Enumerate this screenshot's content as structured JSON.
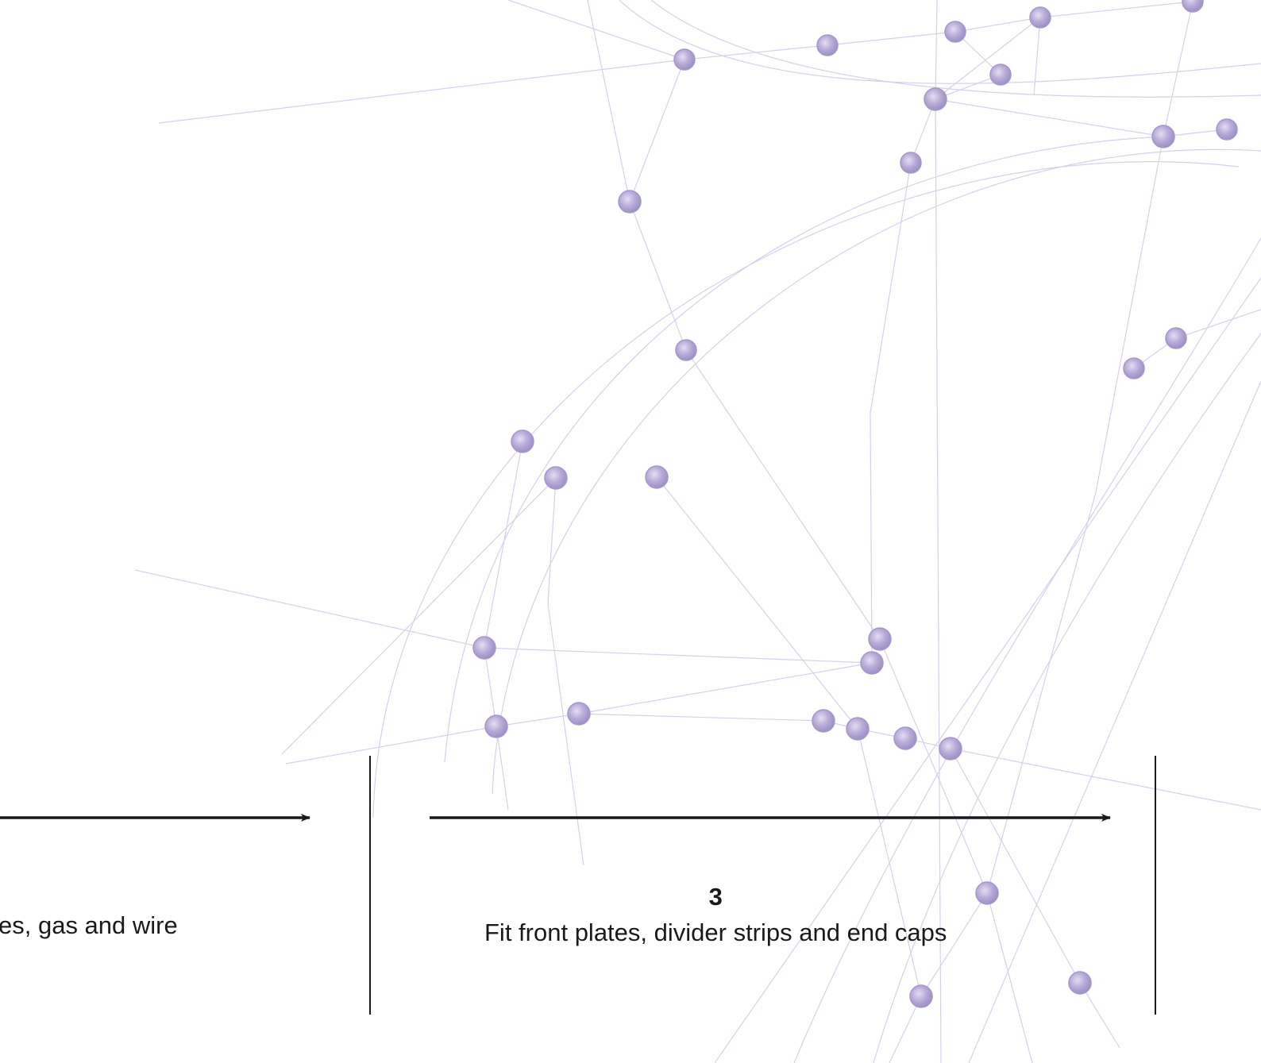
{
  "steps": [
    {
      "description": "es, gas and wire"
    },
    {
      "number": "3",
      "description": "Fit front plates, divider strips and end caps"
    }
  ],
  "colors": {
    "node_fill": "#b9acd8",
    "node_stroke": "#9a8cc4",
    "network_line": "#c9c0e6",
    "arrow": "#1a1a1a",
    "text": "#1a1a1a"
  }
}
